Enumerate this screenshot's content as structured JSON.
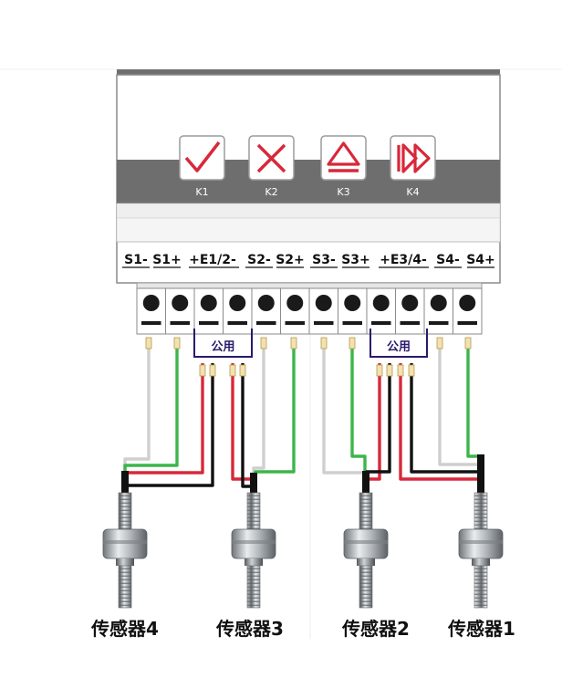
{
  "keys": [
    {
      "label": "K1",
      "icon": "check-icon"
    },
    {
      "label": "K2",
      "icon": "cross-icon"
    },
    {
      "label": "K3",
      "icon": "eject-icon"
    },
    {
      "label": "K4",
      "icon": "fast-forward-icon"
    }
  ],
  "terminal_labels": [
    "S1-",
    "S1+",
    "+E1/2-",
    "S2-",
    "S2+",
    "S3-",
    "S3+",
    "+E3/4-",
    "S4-",
    "S4+"
  ],
  "common_label": "公用",
  "sensors": [
    "传感器4",
    "传感器3",
    "传感器2",
    "传感器1"
  ],
  "wire_colors": {
    "white": "#d6d6d6",
    "green": "#3db54a",
    "red": "#d8283a",
    "black": "#111111"
  },
  "panel_colors": {
    "frame": "#8a8a8a",
    "band": "#6e6e6e",
    "light": "#ededed",
    "button_accent": "#d8283a"
  }
}
